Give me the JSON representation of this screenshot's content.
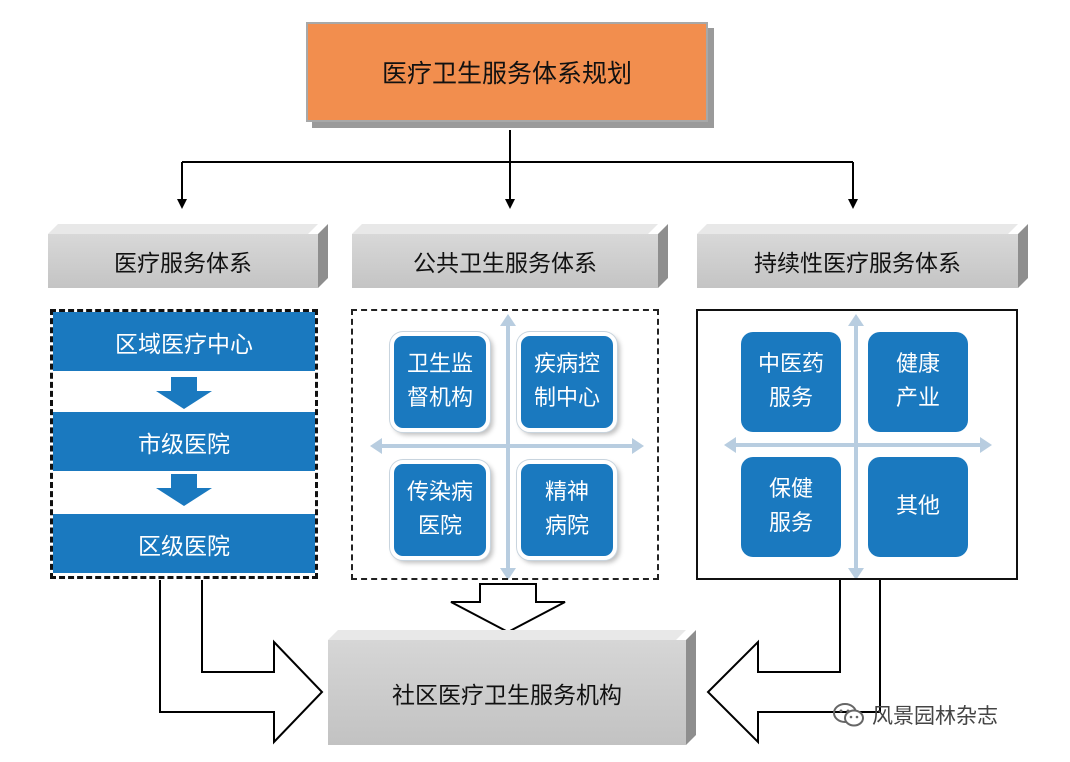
{
  "title": "医疗卫生服务体系规划",
  "categories": [
    {
      "label": "医疗服务体系"
    },
    {
      "label": "公共卫生服务体系"
    },
    {
      "label": "持续性医疗服务体系"
    }
  ],
  "medical_levels": [
    "区域医疗中心",
    "市级医院",
    "区级医院"
  ],
  "public_health_units": [
    {
      "line1": "卫生监",
      "line2": "督机构"
    },
    {
      "line1": "疾病控",
      "line2": "制中心"
    },
    {
      "line1": "传染病",
      "line2": "医院"
    },
    {
      "line1": "精神",
      "line2": "病院"
    }
  ],
  "continuing_units": [
    {
      "line1": "中医药",
      "line2": "服务"
    },
    {
      "line1": "健康",
      "line2": "产业"
    },
    {
      "line1": "保健",
      "line2": "服务"
    },
    {
      "line1": "其他",
      "line2": ""
    }
  ],
  "bottom": {
    "label": "社区医疗卫生服务机构"
  },
  "watermark": {
    "text": "风景园林杂志"
  },
  "colors": {
    "title_fill": "#f28e4e",
    "unit_blue": "#1a79bf",
    "header_grey": "#c8c8c8",
    "axis_blue": "#b8cde0"
  }
}
